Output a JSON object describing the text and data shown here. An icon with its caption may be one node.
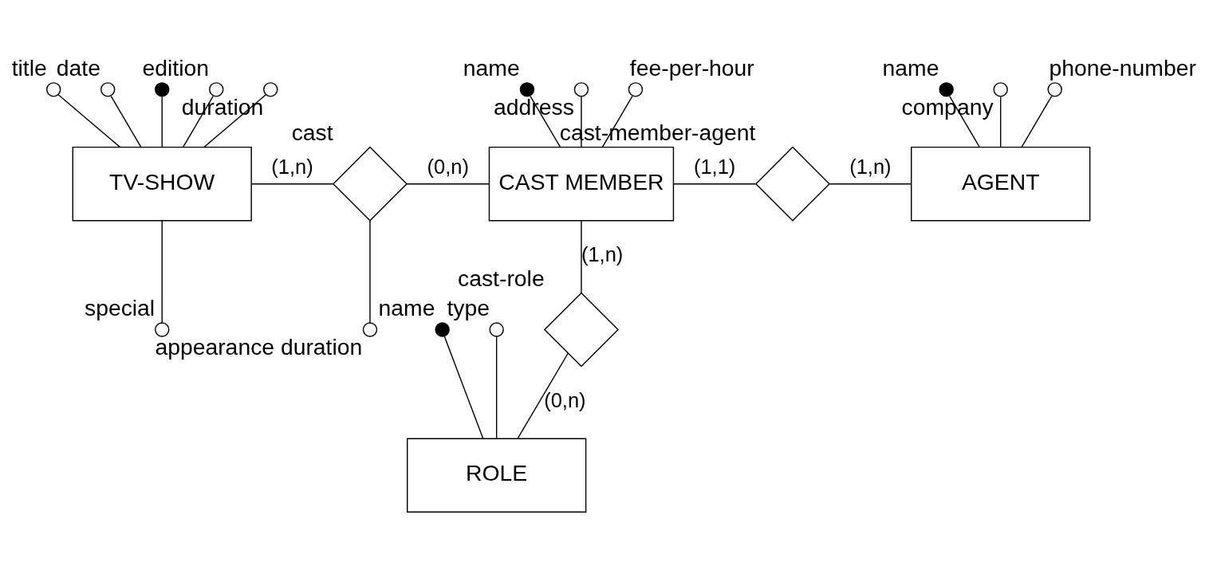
{
  "diagram": {
    "nodes": [
      {
        "text": [
          "TV-SHOW"
        ]
      },
      {
        "text": [
          "CAST MEMBER"
        ]
      },
      {
        "text": [
          "AGENT"
        ]
      },
      {
        "text": [],
        "shape": "diamond",
        "beside": [
          "cast"
        ]
      },
      {
        "text": [],
        "shape": "diamond",
        "beside": [
          "cast-member-agent"
        ]
      },
      {
        "text": [],
        "shape": "diamond",
        "beside": [
          "cast-role"
        ]
      },
      {
        "text": [
          "ROLE"
        ]
      },
      {
        "text": [],
        "shape": "circle",
        "beside": [
          "title"
        ]
      },
      {
        "text": [],
        "shape": "circle",
        "beside": [
          "date"
        ]
      },
      {
        "text": [],
        "shape": "dot"
      },
      {
        "text": [],
        "shape": "circle",
        "beside": [
          "edition"
        ]
      },
      {
        "text": [],
        "shape": "circle",
        "beside": [
          "duration"
        ]
      },
      {
        "text": [],
        "shape": "circle",
        "beside": [
          "special"
        ]
      },
      {
        "text": [],
        "shape": "circle",
        "beside": [
          "appearance duration"
        ]
      },
      {
        "text": [],
        "shape": "dot",
        "beside": [
          "name"
        ]
      },
      {
        "text": [],
        "shape": "circle",
        "beside": [
          "address"
        ]
      },
      {
        "text": [],
        "shape": "circle",
        "beside": [
          "fee-per-hour"
        ]
      },
      {
        "text": [],
        "shape": "dot",
        "beside": [
          "name"
        ]
      },
      {
        "text": [],
        "shape": "circle",
        "beside": [
          "company"
        ]
      },
      {
        "text": [],
        "shape": "circle",
        "beside": [
          "phone-number"
        ]
      },
      {
        "text": [],
        "shape": "dot",
        "beside": [
          "name"
        ]
      },
      {
        "text": [],
        "shape": "circle",
        "beside": [
          "type"
        ]
      }
    ],
    "edges": [
      {
        "from": 0,
        "to": 3,
        "arrow": "none",
        "label": "(1,n)"
      },
      {
        "from": 3,
        "to": 1,
        "arrow": "none",
        "label": "(0,n)"
      },
      {
        "from": 1,
        "to": 4,
        "arrow": "none",
        "label": "(1,1)"
      },
      {
        "from": 4,
        "to": 2,
        "arrow": "none",
        "label": "(1,n)"
      },
      {
        "from": 1,
        "to": 5,
        "arrow": "none",
        "label": "(1,n)"
      },
      {
        "from": 5,
        "to": 6,
        "arrow": "none",
        "label": "(0,n)"
      },
      {
        "from": 7,
        "to": 0,
        "arrow": "none"
      },
      {
        "from": 8,
        "to": 0,
        "arrow": "none"
      },
      {
        "from": 9,
        "to": 0,
        "arrow": "none"
      },
      {
        "from": 10,
        "to": 0,
        "arrow": "none"
      },
      {
        "from": 11,
        "to": 0,
        "arrow": "none"
      },
      {
        "from": 0,
        "to": 12,
        "arrow": "none"
      },
      {
        "from": 3,
        "to": 13,
        "arrow": "none"
      },
      {
        "from": 14,
        "to": 1,
        "arrow": "none"
      },
      {
        "from": 15,
        "to": 1,
        "arrow": "none"
      },
      {
        "from": 16,
        "to": 1,
        "arrow": "none"
      },
      {
        "from": 17,
        "to": 2,
        "arrow": "none"
      },
      {
        "from": 18,
        "to": 2,
        "arrow": "none"
      },
      {
        "from": 19,
        "to": 2,
        "arrow": "none"
      },
      {
        "from": 20,
        "to": 6,
        "arrow": "none"
      },
      {
        "from": 21,
        "to": 6,
        "arrow": "none"
      }
    ]
  }
}
